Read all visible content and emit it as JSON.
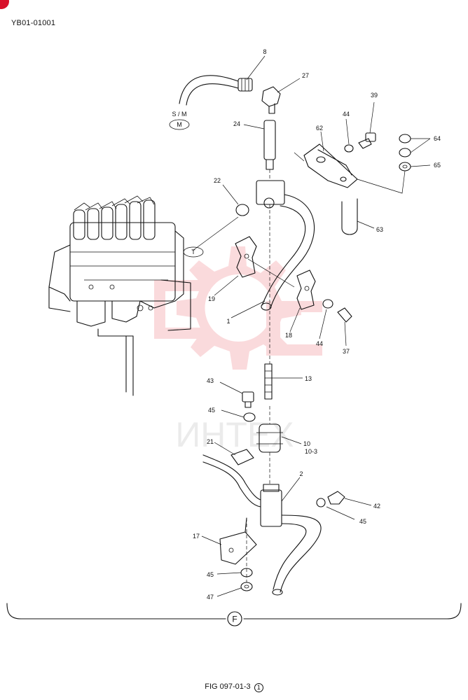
{
  "document_code": "YB01-01001",
  "figure": {
    "prefix": "FIG 097-01-3",
    "sheet": "1"
  },
  "view_marker": "F",
  "watermark_text": "ИНТЕХ",
  "connection_labels": {
    "sm_label": "S / M",
    "sm_mark": "M",
    "t_mark": "T"
  },
  "callouts": {
    "p1": "1",
    "p2": "2",
    "p8": "8",
    "p10": "10",
    "p10_3": "10-3",
    "p13": "13",
    "p17": "17",
    "p18": "18",
    "p19": "19",
    "p21": "21",
    "p22": "22",
    "p24": "24",
    "p27": "27",
    "p37": "37",
    "p39": "39",
    "p42": "42",
    "p43": "43",
    "p44a": "44",
    "p44b": "44",
    "p45a": "45",
    "p45b": "45",
    "p45c": "45",
    "p47": "47",
    "p62": "62",
    "p63": "63",
    "p64": "64",
    "p65": "65"
  },
  "colors": {
    "line": "#111111",
    "watermark": "#e4202c",
    "corner": "#d8102a"
  }
}
